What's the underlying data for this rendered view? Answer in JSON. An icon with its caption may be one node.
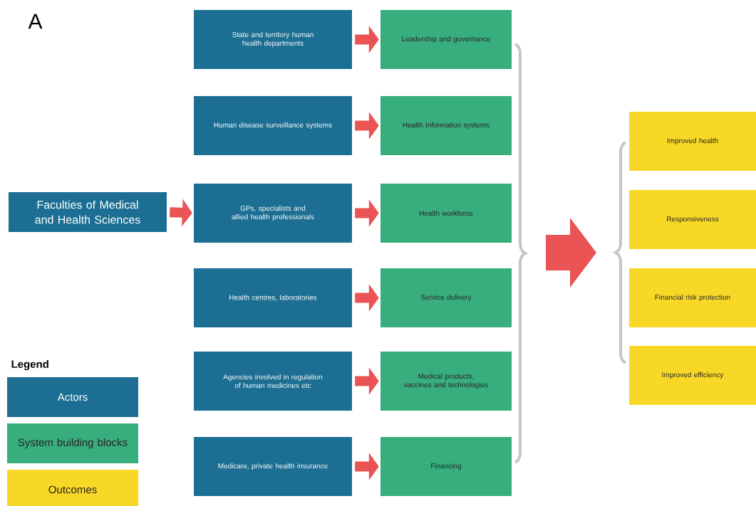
{
  "diagram": {
    "nodes": [
      {
        "text": [
          "Faculties of Medical and Health Sciences"
        ]
      },
      {
        "text": [
          "State and territory human health departments"
        ]
      },
      {
        "text": [
          "Human disease surveillance systems"
        ]
      },
      {
        "text": [
          "GPs, specialists and allied health professionals"
        ]
      },
      {
        "text": [
          "Health centres, laboratories"
        ]
      },
      {
        "text": [
          "Agencies involved in regulation of human medicines etc"
        ]
      },
      {
        "text": [
          "Medicare, private health insurance"
        ]
      },
      {
        "text": [
          "Leadership and governance"
        ]
      },
      {
        "text": [
          "Health Information systems"
        ]
      },
      {
        "text": [
          "Health workforce"
        ]
      },
      {
        "text": [
          "Service delivery"
        ]
      },
      {
        "text": [
          "Medical products, vaccines and technologies"
        ]
      },
      {
        "text": [
          "Financing"
        ]
      },
      {
        "text": [
          "Improved health"
        ]
      },
      {
        "text": [
          "Responsiveness"
        ]
      },
      {
        "text": [
          "Financial risk protection"
        ]
      },
      {
        "text": [
          "Improved efficiency"
        ]
      }
    ],
    "edges": [
      {
        "from": 0,
        "to": 3,
        "arrow": "to"
      },
      {
        "from": 1,
        "to": 7,
        "arrow": "to"
      },
      {
        "from": 2,
        "to": 8,
        "arrow": "to"
      },
      {
        "from": 3,
        "to": 9,
        "arrow": "to"
      },
      {
        "from": 4,
        "to": 10,
        "arrow": "to"
      },
      {
        "from": 5,
        "to": 11,
        "arrow": "to"
      },
      {
        "from": 6,
        "to": 12,
        "arrow": "to"
      }
    ],
    "labels": [
      "A",
      "Legend"
    ],
    "legend": [
      {
        "text": "Actors",
        "color": "#1c6f93"
      },
      {
        "text": "System building blocks",
        "color": "#38ad7d"
      },
      {
        "text": "Outcomes",
        "color": "#f8d826"
      }
    ]
  }
}
